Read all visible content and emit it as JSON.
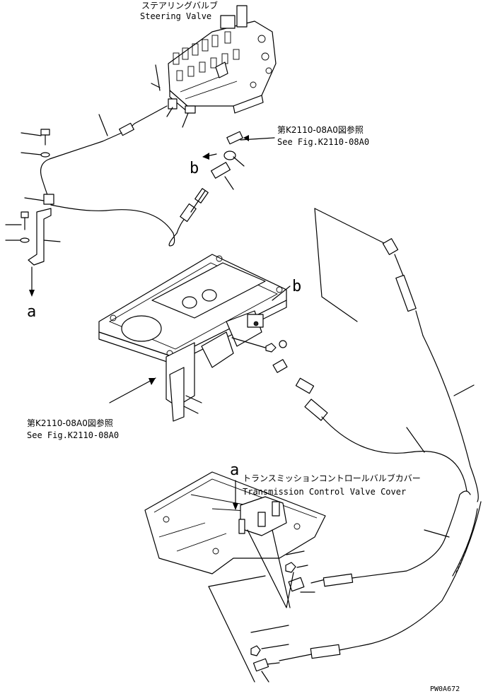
{
  "labels": {
    "steering_valve_jp": "ステアリングバルブ",
    "steering_valve_en": "Steering Valve",
    "ref_top_jp": "第K2110-08A0図参照",
    "ref_top_en": "See Fig.K2110-08A0",
    "ref_left_jp": "第K2110-08A0図参照",
    "ref_left_en": "See Fig.K2110-08A0",
    "tcv_cover_jp": "トランスミッションコントロールバルブカバー",
    "tcv_cover_en": "Transmission Control Valve Cover",
    "letter_a_bottom": "a",
    "letter_a_top": "a",
    "letter_b_left": "b",
    "letter_b_right": "b",
    "drawing_code": "PW0A672"
  }
}
